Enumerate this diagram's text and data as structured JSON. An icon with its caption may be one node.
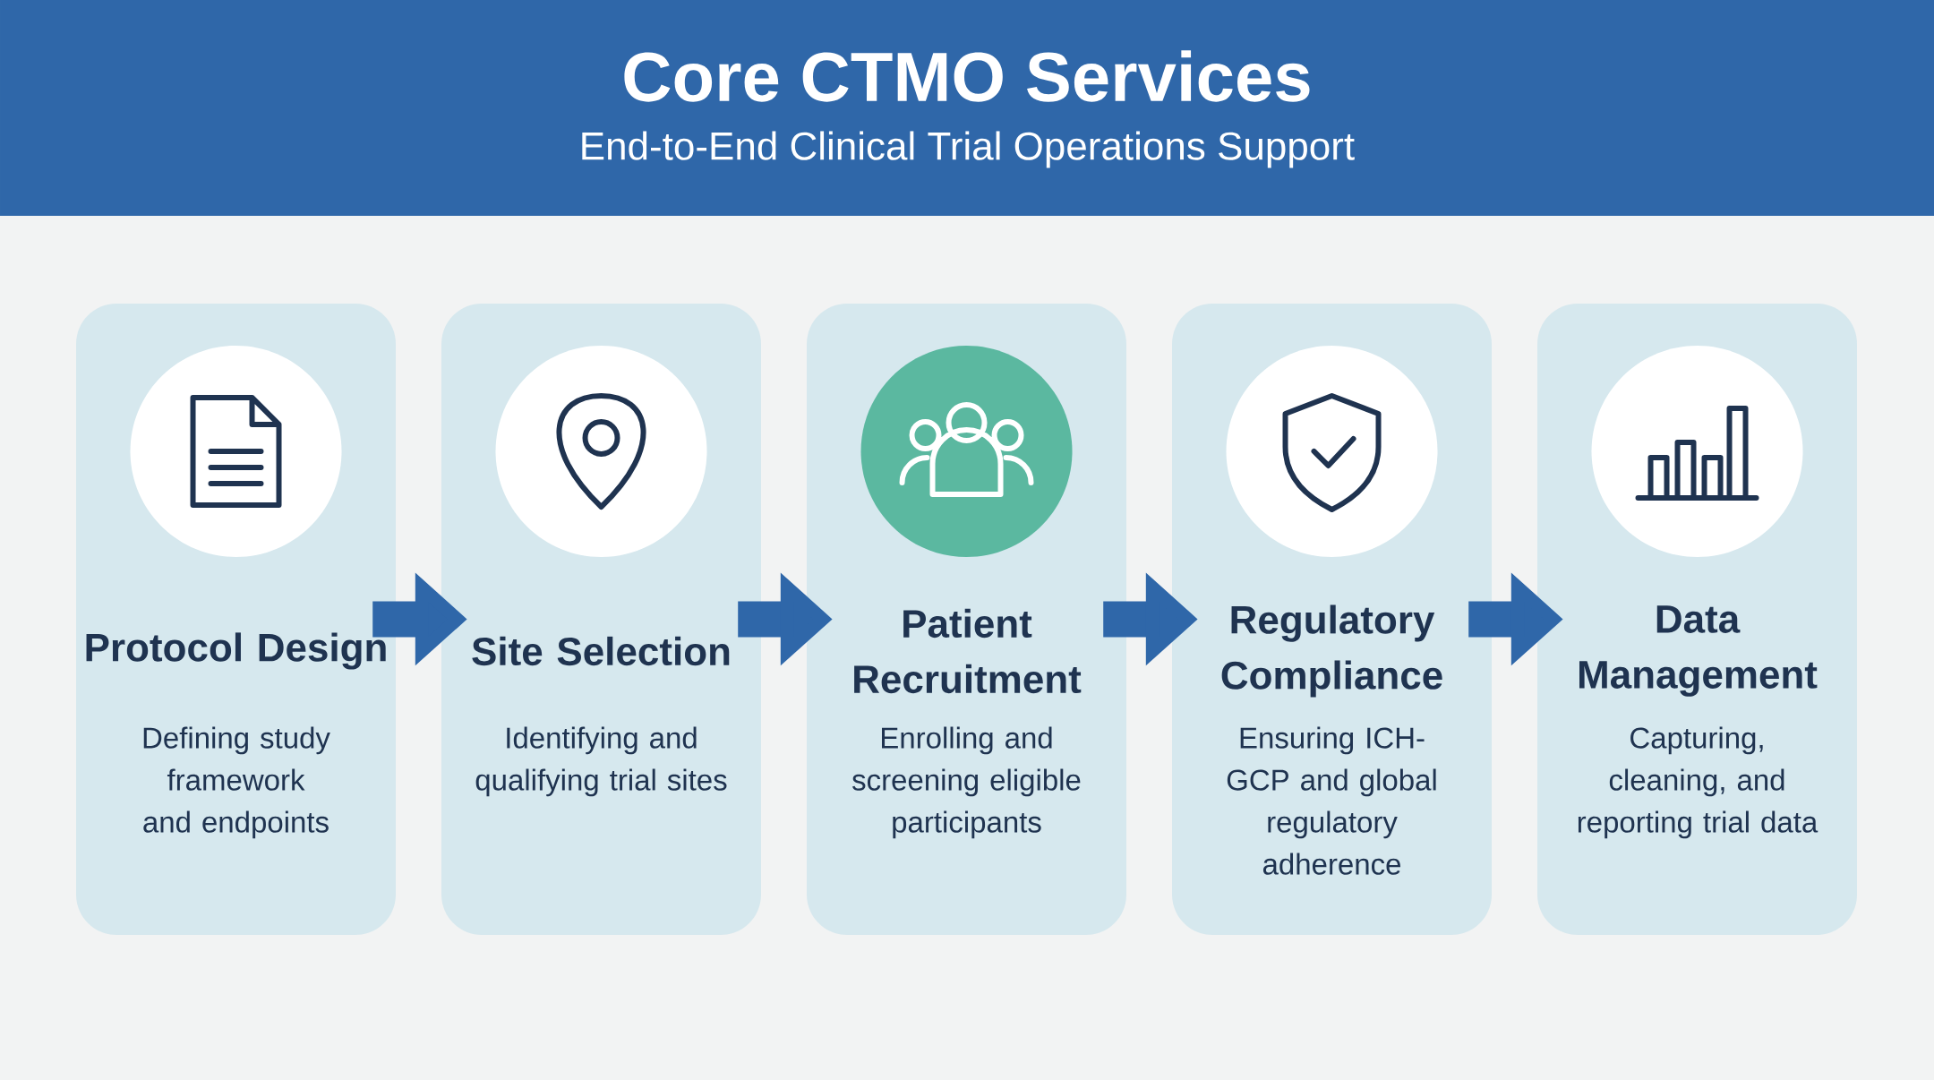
{
  "diagram": {
    "title": "Core CTMO Services",
    "nodes": [
      {
        "text": [
          "Protocol Design",
          "Defining study framework and endpoints"
        ]
      },
      {
        "text": [
          "Site Selection",
          "Identifying and qualifying trial sites"
        ]
      },
      {
        "text": [
          "Patient Recruitment",
          "Enrolling and screening eligible participants"
        ]
      },
      {
        "text": [
          "Regulatory Compliance",
          "Ensuring ICH-GCP and global regulatory adherence"
        ]
      },
      {
        "text": [
          "Data Management",
          "Capturing, cleaning, and reporting trial data"
        ]
      }
    ],
    "edges": [
      {
        "from": 0,
        "to": 1,
        "arrow": "to"
      },
      {
        "from": 1,
        "to": 2,
        "arrow": "to"
      },
      {
        "from": 2,
        "to": 3,
        "arrow": "to"
      },
      {
        "from": 3,
        "to": 4,
        "arrow": "to"
      }
    ],
    "labels": [
      "End-to-End Clinical Trial Operations Support"
    ]
  }
}
